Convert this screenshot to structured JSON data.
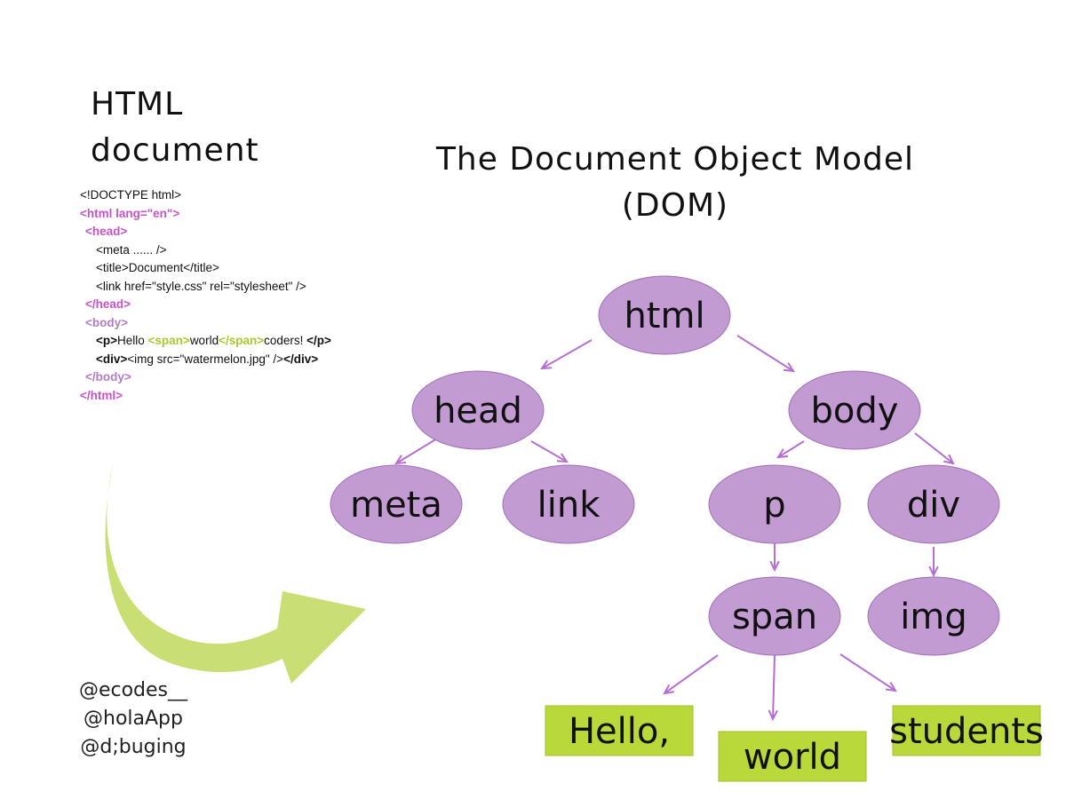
{
  "heading": {
    "line1": "HTML",
    "line2": "document"
  },
  "title": {
    "line1": "The Document Object Model",
    "line2": "(DOM)"
  },
  "code_lines": [
    {
      "indent": 0,
      "parts": [
        {
          "t": "<!DOCTYPE html>",
          "s": ""
        }
      ]
    },
    {
      "indent": 0,
      "parts": [
        {
          "t": "<html lang=\"en\">",
          "s": "mag"
        }
      ]
    },
    {
      "indent": 1,
      "parts": [
        {
          "t": "<head>",
          "s": "mag"
        }
      ]
    },
    {
      "indent": 3,
      "parts": [
        {
          "t": "<meta ...... />",
          "s": ""
        }
      ]
    },
    {
      "indent": 3,
      "parts": [
        {
          "t": "<title>Document</title>",
          "s": ""
        }
      ]
    },
    {
      "indent": 3,
      "parts": [
        {
          "t": "<link href=\"style.css\" rel=\"stylesheet\" />",
          "s": ""
        }
      ]
    },
    {
      "indent": 1,
      "parts": [
        {
          "t": "</head>",
          "s": "mag"
        }
      ]
    },
    {
      "indent": 1,
      "parts": [
        {
          "t": "<body>",
          "s": "lav"
        }
      ]
    },
    {
      "indent": 3,
      "parts": [
        {
          "t": "<p>",
          "s": "b"
        },
        {
          "t": "Hello ",
          "s": ""
        },
        {
          "t": "<span>",
          "s": "grn"
        },
        {
          "t": "world",
          "s": ""
        },
        {
          "t": "</span>",
          "s": "grn"
        },
        {
          "t": "coders! ",
          "s": ""
        },
        {
          "t": "</p>",
          "s": "b"
        }
      ]
    },
    {
      "indent": 3,
      "parts": [
        {
          "t": "<div>",
          "s": "b"
        },
        {
          "t": "<img src=\"watermelon.jpg\" />",
          "s": ""
        },
        {
          "t": "</div>",
          "s": "b"
        }
      ]
    },
    {
      "indent": 1,
      "parts": [
        {
          "t": "</body>",
          "s": "lav"
        }
      ]
    },
    {
      "indent": 0,
      "parts": [
        {
          "t": "</html>",
          "s": "mag"
        }
      ]
    }
  ],
  "handles": [
    "@ecodes__",
    "@holaApp",
    "@d;buging"
  ],
  "nodes": [
    {
      "id": "html",
      "label": "html",
      "shape": "ellipse"
    },
    {
      "id": "head",
      "label": "head",
      "shape": "ellipse"
    },
    {
      "id": "body",
      "label": "body",
      "shape": "ellipse"
    },
    {
      "id": "meta",
      "label": "meta",
      "shape": "ellipse"
    },
    {
      "id": "link",
      "label": "link",
      "shape": "ellipse"
    },
    {
      "id": "p",
      "label": "p",
      "shape": "ellipse"
    },
    {
      "id": "div",
      "label": "div",
      "shape": "ellipse"
    },
    {
      "id": "span",
      "label": "span",
      "shape": "ellipse"
    },
    {
      "id": "img",
      "label": "img",
      "shape": "ellipse"
    },
    {
      "id": "hello",
      "label": "Hello,",
      "shape": "box"
    },
    {
      "id": "world",
      "label": "world",
      "shape": "box"
    },
    {
      "id": "students",
      "label": "students",
      "shape": "box"
    }
  ],
  "edges": [
    [
      "html",
      "head"
    ],
    [
      "html",
      "body"
    ],
    [
      "head",
      "meta"
    ],
    [
      "head",
      "link"
    ],
    [
      "body",
      "p"
    ],
    [
      "body",
      "div"
    ],
    [
      "p",
      "span"
    ],
    [
      "div",
      "img"
    ],
    [
      "span",
      "hello"
    ],
    [
      "span",
      "world"
    ],
    [
      "span",
      "students"
    ]
  ],
  "colors": {
    "node_fill": "#c39bd3",
    "node_stroke": "#a070b8",
    "edge": "#b56fcf",
    "box_fill": "#b9d83a",
    "box_stroke": "#a2c02c",
    "swoosh": "#c9df73"
  }
}
